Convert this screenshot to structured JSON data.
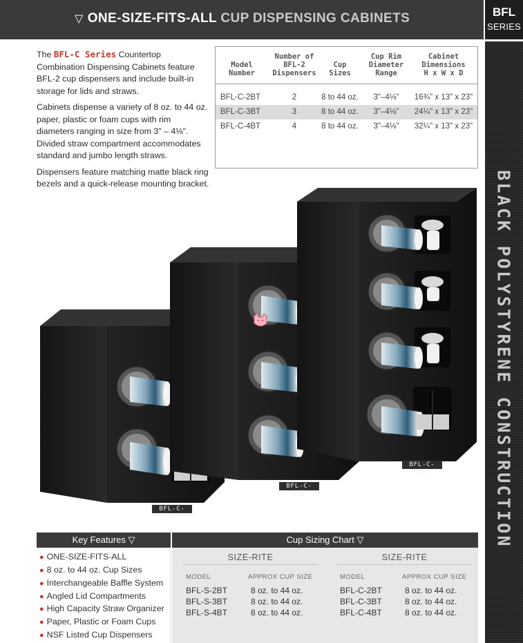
{
  "header": {
    "marker": "▽",
    "title_strong": "ONE-SIZE-FITS-ALL",
    "title_rest": "CUP DISPENSING CABINETS"
  },
  "series_tab": {
    "name": "BFL",
    "word": "SERIES"
  },
  "side_banner": "BLACK POLYSTYRENE CONSTRUCTION",
  "intro": {
    "p1_pre": "The",
    "p1_series": "BFL-C Series",
    "p1_post": "Countertop Combination Dispensing Cabinets feature BFL-2 cup dispensers and include built-in storage for lids and straws.",
    "p2": "Cabinets dispense a variety of 8 oz. to 44 oz. paper, plastic or foam cups with rim diameters ranging in size from 3\" – 4⅛\". Divided straw compartment accommodates standard and jumbo length straws.",
    "p3": "Dispensers feature matching matte black ring bezels and a quick-release mounting bracket."
  },
  "spec_table": {
    "headers": {
      "model": [
        "Model",
        "Number"
      ],
      "dispensers": [
        "Number of",
        "BFL-2",
        "Dispensers"
      ],
      "cup_sizes": [
        "Cup",
        "Sizes"
      ],
      "rim": [
        "Cup Rim",
        "Diameter",
        "Range"
      ],
      "dims": [
        "Cabinet",
        "Dimensions",
        "H x W x D"
      ]
    },
    "rows": [
      {
        "model": "BFL-C-2BT",
        "dispensers": "2",
        "cup_sizes": "8 to 44 oz.",
        "rim": "3\"–4⅛\"",
        "dims": "16¾\" x 13\" x 23\""
      },
      {
        "model": "BFL-C-3BT",
        "dispensers": "3",
        "cup_sizes": "8 to 44 oz.",
        "rim": "3\"–4⅛\"",
        "dims": "24¼\" x 13\" x 23\""
      },
      {
        "model": "BFL-C-4BT",
        "dispensers": "4",
        "cup_sizes": "8 to 44 oz.",
        "rim": "3\"–4⅛\"",
        "dims": "32¼\" x 13\" x 23\""
      }
    ]
  },
  "cabinet_labels": [
    "BFL-C-2BT",
    "BFL-C-3BT",
    "BFL-C-4BT"
  ],
  "key_features": {
    "title": "Key Features ▽",
    "items": [
      "ONE-SIZE-FITS-ALL",
      "8 oz. to 44 oz. Cup Sizes",
      "Interchangeable Baffle System",
      "Angled Lid Compartments",
      "High Capacity Straw Organizer",
      "Paper, Plastic or Foam Cups",
      "NSF Listed Cup Dispensers"
    ]
  },
  "cup_sizing": {
    "title": "Cup Sizing Chart ▽",
    "columns": [
      {
        "title": "SIZE-RITE",
        "model_header": "MODEL",
        "size_header": "APPROX CUP SIZE",
        "rows": [
          {
            "model": "BFL-S-2BT",
            "size": "8 oz. to 44 oz."
          },
          {
            "model": "BFL-S-3BT",
            "size": "8 oz. to 44 oz."
          },
          {
            "model": "BFL-S-4BT",
            "size": "8 oz. to 44 oz."
          }
        ]
      },
      {
        "title": "SIZE-RITE",
        "model_header": "MODEL",
        "size_header": "APPROX CUP SIZE",
        "rows": [
          {
            "model": "BFL-C-2BT",
            "size": "8 oz. to 44 oz."
          },
          {
            "model": "BFL-C-3BT",
            "size": "8 oz. to 44 oz."
          },
          {
            "model": "BFL-C-4BT",
            "size": "8 oz. to 44 oz."
          }
        ]
      }
    ]
  },
  "colors": {
    "accent_red": "#c0392b",
    "header_gray": "#3a3a3a",
    "cabinet_black": "#1c1c1c"
  }
}
